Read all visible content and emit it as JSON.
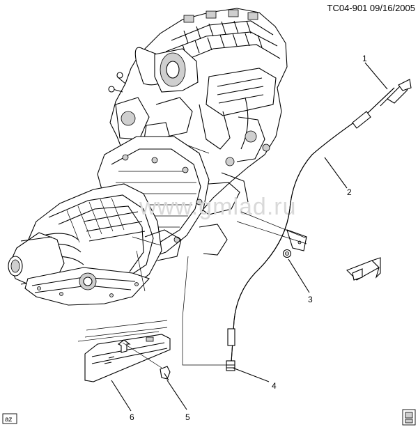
{
  "header": {
    "code": "TC04-901  09/16/2005"
  },
  "watermark": "www.gmlad.ru",
  "callouts": [
    "1",
    "2",
    "3",
    "4",
    "5",
    "6"
  ],
  "corner_label": "az",
  "colors": {
    "ink": "#000000",
    "watermark": "#d9d9d9",
    "paper": "#ffffff"
  }
}
